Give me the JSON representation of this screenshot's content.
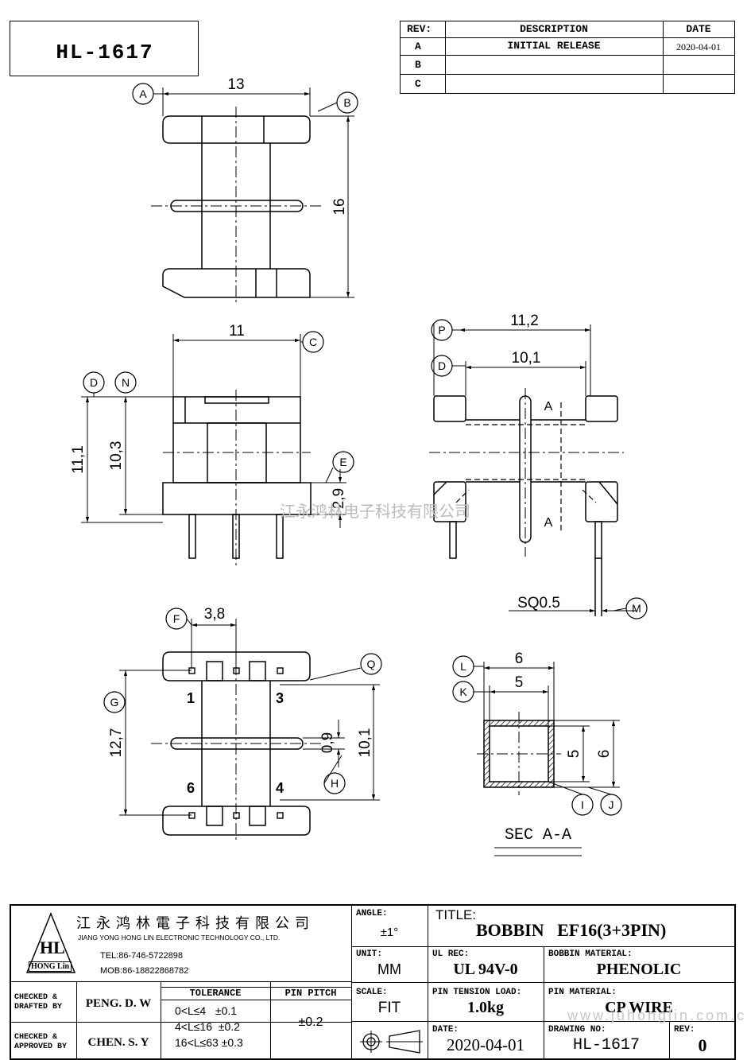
{
  "header": {
    "part_number": "HL-1617"
  },
  "revisions": {
    "headers": {
      "rev": "REV:",
      "description": "DESCRIPTION",
      "date": "DATE"
    },
    "rows": [
      {
        "rev": "A",
        "description": "INITIAL RELEASE",
        "date": "2020-04-01"
      },
      {
        "rev": "B",
        "description": "",
        "date": ""
      },
      {
        "rev": "C",
        "description": "",
        "date": ""
      }
    ]
  },
  "drawing": {
    "dims": {
      "top_width": "13",
      "top_height": "16",
      "front_width": "11",
      "front_h_outer": "11,1",
      "front_h_inner": "10,3",
      "front_base": "2,9",
      "side_outer": "11,2",
      "side_inner": "10,1",
      "pin_size": "SQ0.5",
      "bottom_pitch": "3,8",
      "bottom_h_left": "12,7",
      "bottom_h_right": "10,1",
      "bottom_flange": "0,9",
      "sec_outer_w": "6",
      "sec_inner_w": "5",
      "sec_inner_h": "5",
      "sec_outer_h": "6"
    },
    "callouts": [
      "A",
      "B",
      "C",
      "D",
      "N",
      "E",
      "P",
      "D",
      "M",
      "F",
      "G",
      "Q",
      "H",
      "L",
      "K",
      "I",
      "J"
    ],
    "pins": [
      "1",
      "3",
      "6",
      "4"
    ],
    "section_marks": [
      "A",
      "A"
    ],
    "section_title": "SEC  A-A",
    "watermark": "江永鸿林电子科技有限公司"
  },
  "title_block": {
    "company_cn": "江 永 鸿 林 電 子 科 技 有 限 公 司",
    "company_en": "JIANG YONG HONG LIN ELECTRONIC TECHNOLOGY CO., LTD.",
    "tel": "TEL:86-746-5722898",
    "mob": "MOB:86-18822868782",
    "logo_text": "HL",
    "logo_sub": "HONG Lin",
    "angle_label": "ANGLE:",
    "angle_value": "±1°",
    "title_label": "TITLE:",
    "title_value": "BOBBIN   EF16(3+3PIN)",
    "unit_label": "UNIT:",
    "unit_value": "MM",
    "ul_label": "UL REC:",
    "ul_value": "UL 94V-0",
    "bobbin_mat_label": "BOBBIN MATERIAL:",
    "bobbin_mat_value": "PHENOLIC",
    "checked_drafted_label": "CHECKED &\nDRAFTED BY",
    "checked_drafted_value": "PENG. D. W",
    "checked_approved_label": "CHECKED &\nAPPROVED BY",
    "checked_approved_value": "CHEN. S. Y",
    "tolerance_label": "TOLERANCE",
    "tolerance_rows": [
      "0<L≤4   ±0.1",
      "4<L≤16  ±0.2",
      "16<L≤63 ±0.3"
    ],
    "pin_pitch_label": "PIN PITCH",
    "pin_pitch_value": "±0.2",
    "scale_label": "SCALE:",
    "scale_value": "FIT",
    "pin_tension_label": "PIN TENSION LOAD:",
    "pin_tension_value": "1.0kg",
    "pin_mat_label": "PIN MATERIAL:",
    "pin_mat_value": "CP WIRE",
    "date_label": "DATE:",
    "date_value": "2020-04-01",
    "drawing_no_label": "DRAWING NO:",
    "drawing_no_value": "HL-1617",
    "rev_label": "REV:",
    "rev_value": "0",
    "web_watermark": "www.juhonglin.com.cn"
  }
}
